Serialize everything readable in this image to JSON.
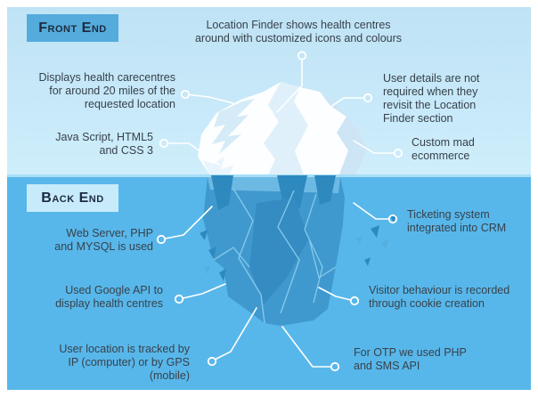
{
  "sections": {
    "front_end": "Front End",
    "back_end": "Back End"
  },
  "callouts": {
    "location_finder": {
      "text": "Location Finder shows health centres\naround with customized icons and colours"
    },
    "displays_health": {
      "text": "Displays health carecentres\nfor around 20 miles of the\nrequested location"
    },
    "user_details": {
      "text": "User details are not\nrequired when they\nrevisit the Location\nFinder section"
    },
    "javascript": {
      "text": "Java Script, HTML5\nand CSS 3"
    },
    "custom_ecommerce": {
      "text": "Custom mad\necommerce"
    },
    "web_server": {
      "text": "Web Server, PHP\nand MYSQL is used"
    },
    "ticketing": {
      "text": "Ticketing system\nintegrated into CRM"
    },
    "google_api": {
      "text": "Used Google API to\ndisplay health centres"
    },
    "visitor_behaviour": {
      "text": "Visitor behaviour is recorded\nthrough cookie creation"
    },
    "user_location": {
      "text": "User location is tracked by\nIP (computer) or by GPS (mobile)"
    },
    "otp": {
      "text": "For OTP we used PHP\nand SMS API"
    }
  },
  "colors": {
    "sky": "#c9eafa",
    "water": "#58b7ea",
    "waterline": "#a6def5",
    "front_label_bg": "#55abdc",
    "back_label_bg": "#c7ebfa",
    "label_text": "#1c2b3f",
    "body_text": "#37414b",
    "iceberg_above": "#ffffff",
    "iceberg_below": "#3e96cb",
    "connector": "#ffffff"
  }
}
